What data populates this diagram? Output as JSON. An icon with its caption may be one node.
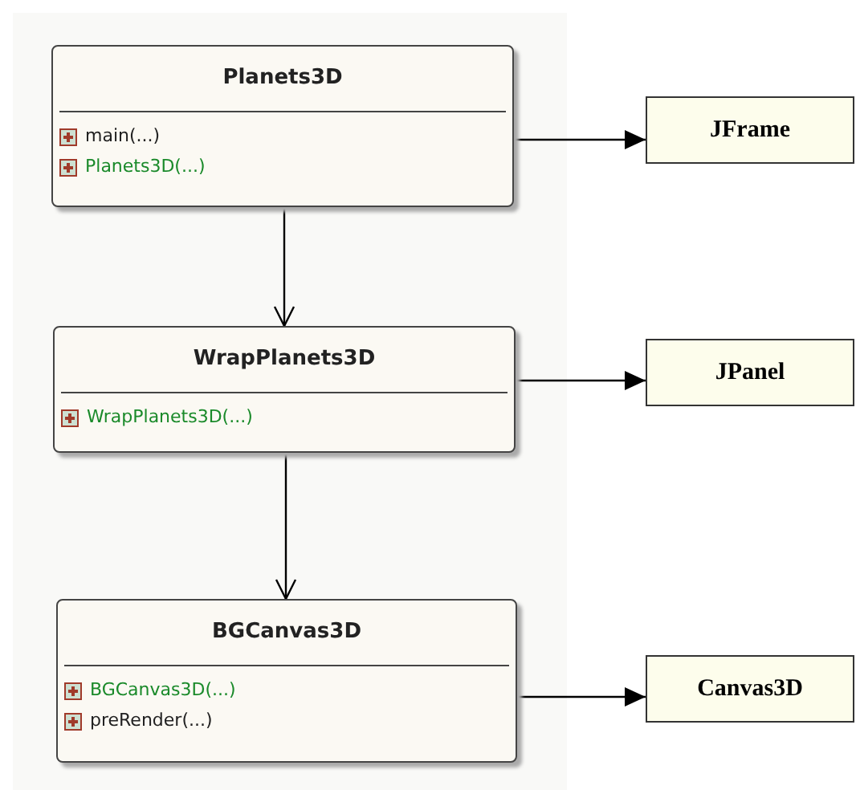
{
  "diagram": {
    "nodes": [
      {
        "text": [
          "Planets3D",
          "main(...)",
          "Planets3D(...)"
        ]
      },
      {
        "text": [
          "JFrame"
        ]
      },
      {
        "text": [
          "WrapPlanets3D",
          "WrapPlanets3D(...)"
        ]
      },
      {
        "text": [
          "JPanel"
        ]
      },
      {
        "text": [
          "BGCanvas3D",
          "BGCanvas3D(...)",
          "preRender(...)"
        ]
      },
      {
        "text": [
          "Canvas3D"
        ]
      }
    ],
    "edges": [
      {
        "from": 0,
        "to": 1,
        "arrow": "to"
      },
      {
        "from": 0,
        "to": 2,
        "arrow": "to"
      },
      {
        "from": 2,
        "to": 3,
        "arrow": "to"
      },
      {
        "from": 2,
        "to": 4,
        "arrow": "to"
      },
      {
        "from": 4,
        "to": 5,
        "arrow": "to"
      }
    ]
  }
}
